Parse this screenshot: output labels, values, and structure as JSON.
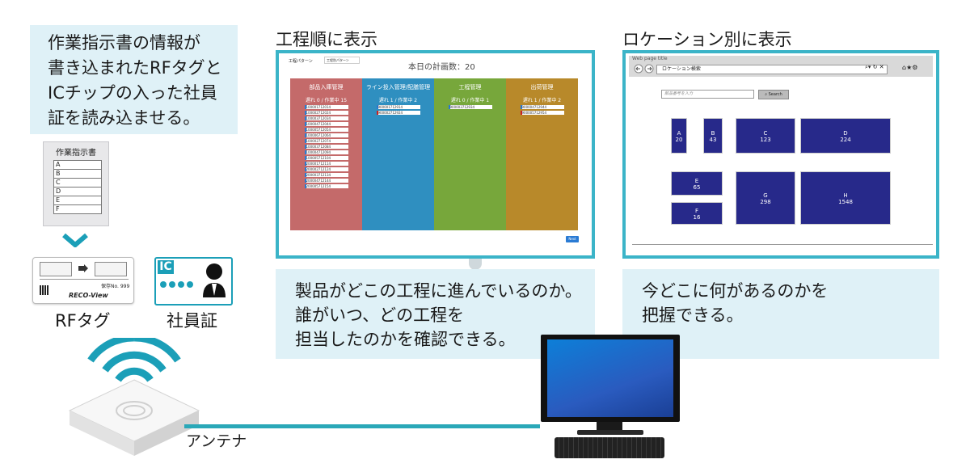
{
  "instruction": {
    "text": "作業指示書の情報が\n書き込まれたRFタグと\nICチップの入った社員\n証を読み込ませる。"
  },
  "sheet": {
    "title": "作業指示書",
    "rows": [
      "A",
      "B",
      "C",
      "D",
      "E",
      "F"
    ]
  },
  "labels": {
    "rf_tag": "RFタグ",
    "id_card": "社員証",
    "antenna": "アンテナ",
    "ic": "IC"
  },
  "rf_tag": {
    "brand": "RECO-View",
    "code": "保存No. 999"
  },
  "process_view": {
    "title": "工程順に表示",
    "header_label": "工程パターン",
    "select_value": "工程別パターン",
    "count_label": "本日の計画数：",
    "count_value": "20",
    "columns": [
      {
        "name": "部品入庫管理",
        "status": "遅れ 0 / 作業中 15",
        "color": "#c46a6a",
        "items": [
          "100001712014",
          "100002712024",
          "100003712034",
          "100004712044",
          "100005712054",
          "100006712064",
          "100002712074",
          "100003712084",
          "100004712094",
          "100005712104",
          "200001712114",
          "200002712124",
          "200003712134",
          "200004712144",
          "200005712154"
        ]
      },
      {
        "name": "ライン投入管理/配膳管理",
        "status": "遅れ 1 / 作業中 2",
        "color": "#2f8fc0",
        "items": [
          "900001712914",
          "900002712924"
        ]
      },
      {
        "name": "工程管理",
        "status": "遅れ 0 / 作業中 1",
        "color": "#77a73b",
        "items": [
          "900003712934"
        ]
      },
      {
        "name": "出荷管理",
        "status": "遅れ 1 / 作業中 2",
        "color": "#b8892a",
        "items": [
          "900004712944",
          "900005712954"
        ]
      }
    ],
    "button": "Next"
  },
  "location_view": {
    "title": "ロケーション別に表示",
    "window_title": "Web page title",
    "address": "ロケーション検索",
    "search_placeholder": "部品番号を入力",
    "search_button": "Search",
    "blocks": [
      {
        "id": "A",
        "value": "20"
      },
      {
        "id": "B",
        "value": "43"
      },
      {
        "id": "C",
        "value": "123"
      },
      {
        "id": "D",
        "value": "224"
      },
      {
        "id": "E",
        "value": "65"
      },
      {
        "id": "F",
        "value": "16"
      },
      {
        "id": "G",
        "value": "298"
      },
      {
        "id": "H",
        "value": "1548"
      }
    ]
  },
  "callouts": {
    "process": "製品がどこの工程に進んでいるのか。\n誰がいつ、どの工程を\n担当したのかを確認できる。",
    "location": "今どこに何があるのかを\n把握できる。"
  },
  "colors": {
    "accent": "#3bb4c8",
    "callout_bg": "#dff1f7",
    "block": "#27298a"
  }
}
